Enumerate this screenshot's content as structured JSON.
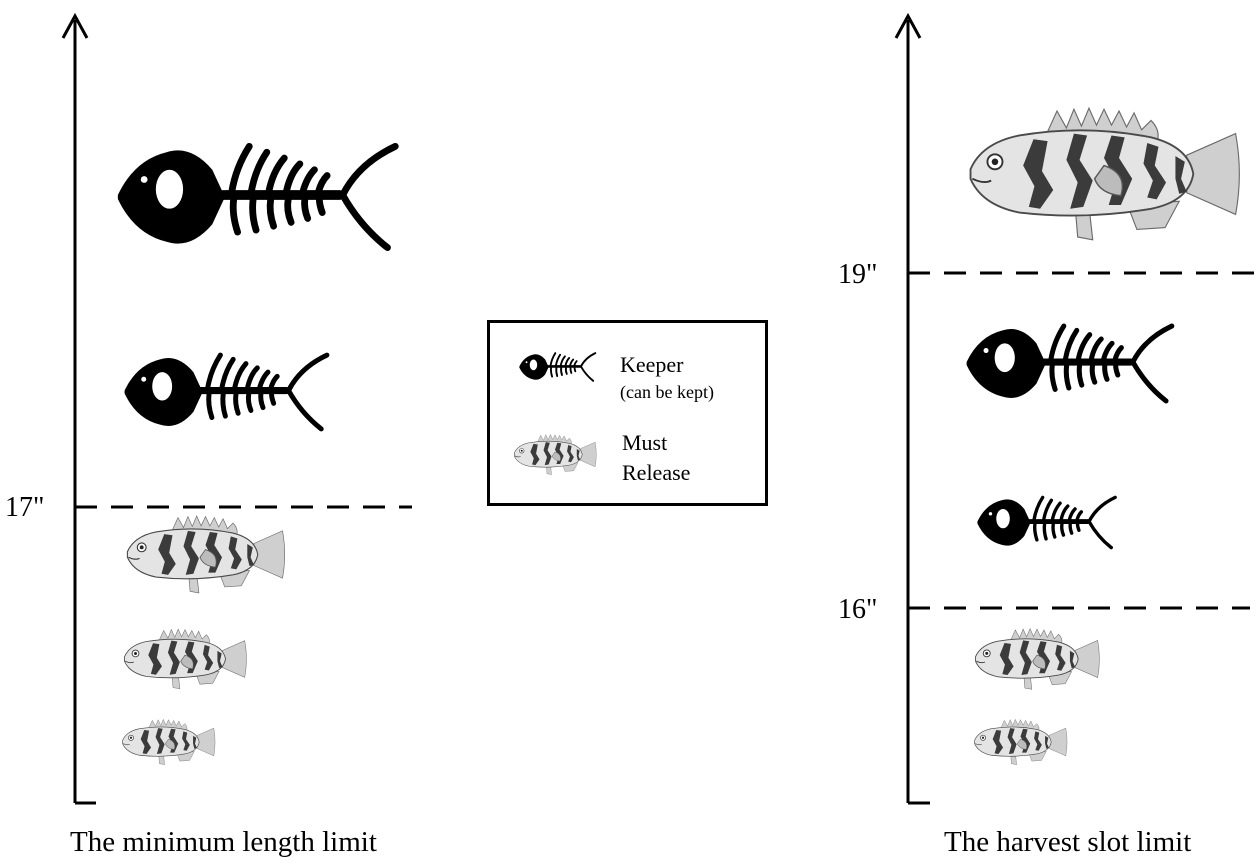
{
  "diagrams": [
    {
      "limit_labels": [
        "17\""
      ],
      "caption": "The minimum length limit"
    },
    {
      "limit_labels": [
        "19\"",
        "16\""
      ],
      "caption": "The harvest slot limit"
    }
  ],
  "legend": {
    "keeper": {
      "title": "Keeper",
      "subtitle": "(can be kept)",
      "icon": "fish-skeleton-icon"
    },
    "release": {
      "line1": "Must",
      "line2": "Release",
      "icon": "tautog-fish-icon"
    }
  },
  "colors": {
    "line": "#000000",
    "skeleton": "#000000",
    "fish_light": "#e6e6e6",
    "fish_dark": "#3a3a3a",
    "background": "#ffffff"
  }
}
